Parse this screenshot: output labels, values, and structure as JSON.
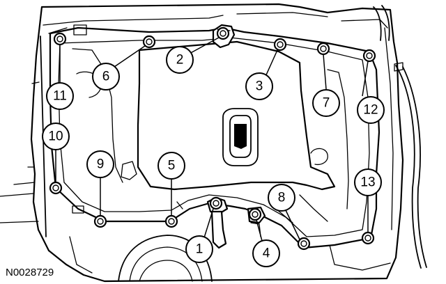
{
  "figure_code": "N0028729",
  "callouts": [
    {
      "label": "1"
    },
    {
      "label": "2"
    },
    {
      "label": "3"
    },
    {
      "label": "4"
    },
    {
      "label": "5"
    },
    {
      "label": "6"
    },
    {
      "label": "7"
    },
    {
      "label": "8"
    },
    {
      "label": "9"
    },
    {
      "label": "10"
    },
    {
      "label": "11"
    },
    {
      "label": "12"
    },
    {
      "label": "13"
    }
  ]
}
